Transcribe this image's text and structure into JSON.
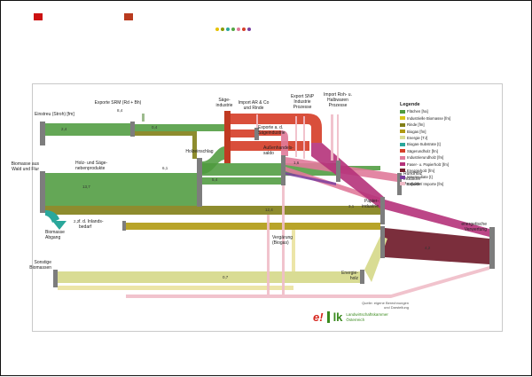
{
  "header": {
    "marker1_color": "#cc1111",
    "marker2_color": "#b93a1e",
    "dots": [
      "#e6c200",
      "#8a9a00",
      "#2aa79b",
      "#53a646",
      "#e07a9a",
      "#d6402a",
      "#7a3fa0"
    ]
  },
  "diagram": {
    "labels": {
      "einstreu": "Einstreu (Stroh) [fm]",
      "exporte_srm": "Exporte SRM (Rd + Bh)",
      "wald": "Biomasse aus\nWald und Flur",
      "hsnp": "Holz- und Säge-\nnebenprodukte",
      "roh": "Holzeinschlag",
      "saeger": "Säge-\nindustrie",
      "import_ar": "Import AR & Co\nund Rinde",
      "exporte_ges": "Exporte a. d.\nSägeindustrie",
      "saldo": "Außenhandels-\nsaldo",
      "export_snp": "Export SNP\nIndustrie\nProzesse",
      "import_rohr": "Import Roh- u.\nHalbwaren\nProzesse",
      "rundholz": "Rundholz\nIndustrie\nProdukte",
      "papier": "Papier-\nindustrie",
      "energetisch": "energetische\nVerwertung",
      "energie_holz": "Energie-\nholz",
      "sonstige": "Sonstige\nBiomassen",
      "biogas": "Biomasse\nAbgang",
      "inland": "f. d. Inlands-\nbedarf",
      "vergaerung": "Vergärung\n(Biogas)"
    },
    "flow_values": [
      "8,4",
      "2,4",
      "0,4",
      "13,7",
      "6,1",
      "5,4",
      "2,2",
      "12,4",
      "1,6",
      "3,1",
      "0,7",
      "4,2"
    ],
    "legend": {
      "title": "Legende",
      "items": [
        {
          "color": "#4f9b3f",
          "label": "Flächen [ha]"
        },
        {
          "color": "#d9c51a",
          "label": "Industrielle Biomasse [fm]"
        },
        {
          "color": "#827f17",
          "label": "Rinde [fm]"
        },
        {
          "color": "#b09a12",
          "label": "Biogas [fm]"
        },
        {
          "color": "#d9dc94",
          "label": "Energie [TJ]"
        },
        {
          "color": "#2aa79b",
          "label": "Biogas-Substrate [t]"
        },
        {
          "color": "#d6402a",
          "label": "Sägerundholz [fm]"
        },
        {
          "color": "#e07a9a",
          "label": "Industrierundholz [fm]"
        },
        {
          "color": "#b5327a",
          "label": "Faser- u. Papierholz [fm]"
        },
        {
          "color": "#742331",
          "label": "Energieholz [fm]"
        },
        {
          "color": "#7a3fa0",
          "label": "Intermediate [t]"
        },
        {
          "color": "#f0bcc8",
          "label": "Exporte / Importe [fm]"
        }
      ]
    },
    "footer": {
      "source": "Quelle: eigene Berechnungen\nund Darstellung"
    },
    "logos": {
      "energie": "e!",
      "lk": "lk",
      "lk_text": "Landwirtschaftskammer\nÖsterreich"
    }
  }
}
